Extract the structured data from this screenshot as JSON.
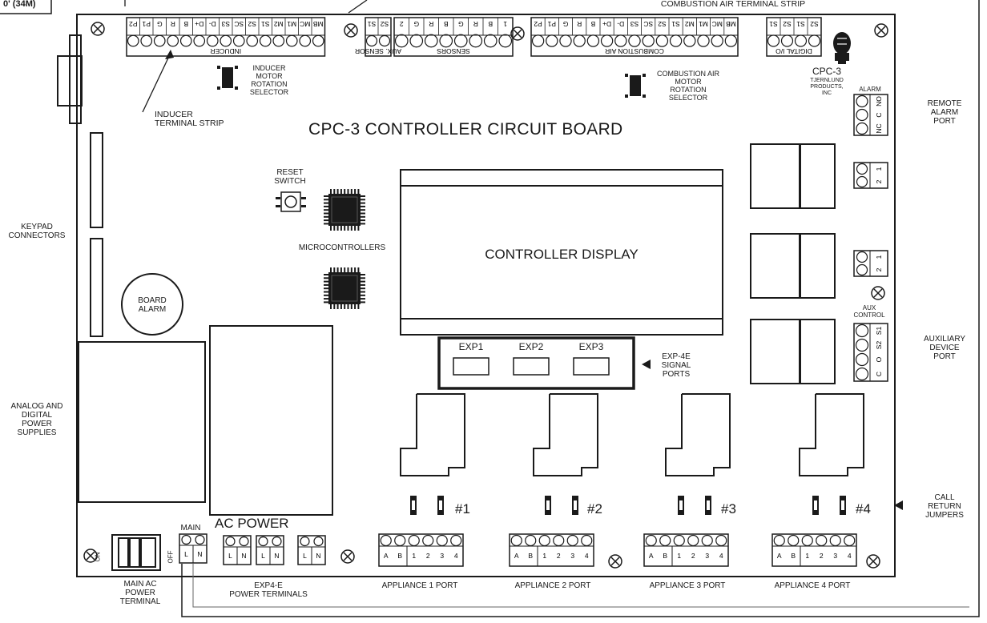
{
  "scale_tag": "0'  (34m)",
  "title": "CPC-3 CONTROLLER CIRCUIT BOARD",
  "top_strip": "COMBUSTION AIR TERMINAL STRIP",
  "inducer_strip": [
    "INDUCER",
    "TERMINAL STRIP"
  ],
  "inducer_selector": [
    "INDUCER",
    "MOTOR",
    "ROTATION",
    "SELECTOR"
  ],
  "comb_selector": [
    "COMBUSTION AIR",
    "MOTOR",
    "ROTATION",
    "SELECTOR"
  ],
  "reset": [
    "RESET",
    "SWITCH"
  ],
  "micro": "MICROCONTROLLERS",
  "display": "CONTROLLER DISPLAY",
  "board_alarm": [
    "BOARD",
    "ALARM"
  ],
  "keypad": [
    "KEYPAD",
    "CONNECTORS"
  ],
  "power_supplies": [
    "ANALOG AND",
    "DIGITAL",
    "POWER",
    "SUPPLIES"
  ],
  "remote_alarm": [
    "REMOTE",
    "ALARM",
    "PORT"
  ],
  "aux_device": [
    "AUXILIARY",
    "DEVICE",
    "PORT"
  ],
  "call_return": [
    "CALL",
    "RETURN",
    "JUMPERS"
  ],
  "exp_signal": [
    "EXP-4E",
    "SIGNAL",
    "PORTS"
  ],
  "exp_ports": [
    "EXP1",
    "EXP2",
    "EXP3"
  ],
  "cpc3": {
    "model": "CPC-3",
    "maker": [
      "TJERNLUND",
      "PRODUCTS,",
      "INC"
    ]
  },
  "alarm_hdr": "ALARM",
  "alarm_pins": [
    "NO",
    "C",
    "NC"
  ],
  "aux_control": [
    "AUX",
    "CONTROL"
  ],
  "aux_pins": [
    "S1",
    "S2",
    "O",
    "C"
  ],
  "pins12": [
    "1",
    "2"
  ],
  "ac_power": "AC POWER",
  "main": "MAIN",
  "ln": [
    "L",
    "N"
  ],
  "on_off": [
    "ON",
    "OFF"
  ],
  "main_ac": [
    "MAIN AC",
    "POWER",
    "TERMINAL"
  ],
  "exp_power": [
    "EXP4-E",
    "POWER TERMINALS"
  ],
  "appliance_pins": [
    "A",
    "B",
    "1",
    "2",
    "3",
    "4"
  ],
  "appliances": [
    "APPLIANCE 1 PORT",
    "APPLIANCE 2 PORT",
    "APPLIANCE 3 PORT",
    "APPLIANCE 4 PORT"
  ],
  "jumpers": [
    "#1",
    "#2",
    "#3",
    "#4"
  ],
  "term_inducer": {
    "label": "INDUCER",
    "pins": [
      "P2",
      "P1",
      "G",
      "R",
      "B",
      "D+",
      "D-",
      "S3",
      "SC",
      "S2",
      "S1",
      "M2",
      "M1",
      "MC",
      "MB"
    ]
  },
  "term_aux_sensor": {
    "label": "AUX. SENSOR",
    "pins": [
      "S1",
      "S2"
    ]
  },
  "term_sensors": {
    "label": "SENSORS",
    "pins": [
      "2",
      "G",
      "R",
      "B",
      "G",
      "R",
      "B",
      "1"
    ]
  },
  "term_comb": {
    "label": "COMBUSTION AIR",
    "pins": [
      "P2",
      "P1",
      "G",
      "R",
      "B",
      "D+",
      "D-",
      "S3",
      "SC",
      "S2",
      "S1",
      "M2",
      "M1",
      "MC",
      "MB"
    ]
  },
  "term_digital": {
    "label": "DIGITAL I/O",
    "pins": [
      "S1",
      "S2",
      "S1",
      "S2"
    ]
  }
}
